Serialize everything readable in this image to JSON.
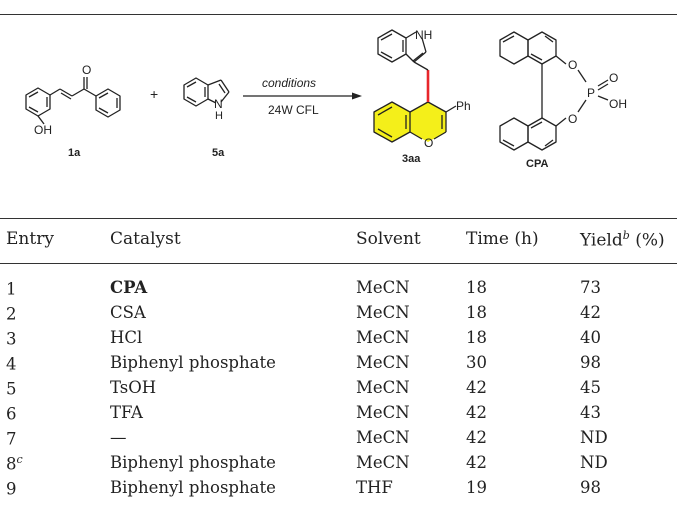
{
  "scheme": {
    "compound_labels": [
      "1a",
      "5a",
      "3aa",
      "CPA"
    ],
    "plus": "+",
    "arrow_above": "conditions",
    "arrow_below": "24W CFL",
    "atoms": {
      "oh_1a": "OH",
      "o_1a": "O",
      "nh_5a_n": "N",
      "nh_5a_h": "H",
      "nh_3aa": "NH",
      "o_3aa": "O",
      "ph_3aa": "Ph",
      "p_cpa": "P",
      "o_cpa_1": "O",
      "o_cpa_2": "O",
      "o_cpa_3": "O",
      "oh_cpa": "OH"
    },
    "colors": {
      "highlight": "#f4ef1a",
      "new_bond": "#e8262b",
      "line": "#222222"
    }
  },
  "table": {
    "headers": {
      "entry": "Entry",
      "catalyst": "Catalyst",
      "solvent": "Solvent",
      "time": "Time (h)",
      "yield": "Yield",
      "yield_sup": "b",
      "yield_unit": " (%)"
    },
    "rows": [
      {
        "entry": "1",
        "sup": "",
        "catalyst": "CPA",
        "solvent": "MeCN",
        "time": "18",
        "yield": "73"
      },
      {
        "entry": "2",
        "sup": "",
        "catalyst": "CSA",
        "solvent": "MeCN",
        "time": "18",
        "yield": "42"
      },
      {
        "entry": "3",
        "sup": "",
        "catalyst": "HCl",
        "solvent": "MeCN",
        "time": "18",
        "yield": "40"
      },
      {
        "entry": "4",
        "sup": "",
        "catalyst": "Biphenyl phosphate",
        "solvent": "MeCN",
        "time": "30",
        "yield": "98"
      },
      {
        "entry": "5",
        "sup": "",
        "catalyst": "TsOH",
        "solvent": "MeCN",
        "time": "42",
        "yield": "45"
      },
      {
        "entry": "6",
        "sup": "",
        "catalyst": "TFA",
        "solvent": "MeCN",
        "time": "42",
        "yield": "43"
      },
      {
        "entry": "7",
        "sup": "",
        "catalyst": "—",
        "solvent": "MeCN",
        "time": "42",
        "yield": "ND"
      },
      {
        "entry": "8",
        "sup": "c",
        "catalyst": "Biphenyl phosphate",
        "solvent": "MeCN",
        "time": "42",
        "yield": "ND"
      },
      {
        "entry": "9",
        "sup": "",
        "catalyst": "Biphenyl phosphate",
        "solvent": "THF",
        "time": "19",
        "yield": "98"
      }
    ]
  }
}
